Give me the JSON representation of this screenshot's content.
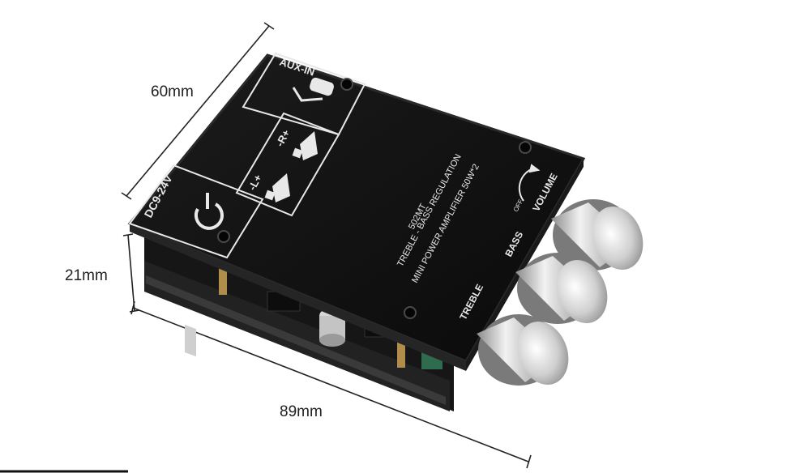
{
  "dimensions": {
    "width_label": "60mm",
    "height_label": "21mm",
    "length_label": "89mm"
  },
  "board": {
    "aux_label": "AUX-IN",
    "power_label": "DC9-24V",
    "right_channel": "-R+",
    "left_channel": "-L+",
    "model": "502MT",
    "line1": "TREBLE - BASS REGULATION",
    "line2": "MINI POWER AMPLIFIER 50W*2",
    "volume_label": "VOLUME",
    "off_label": "OFF",
    "bass_label": "BASS",
    "treble_label": "TREBLE"
  },
  "colors": {
    "board": "#111111",
    "board_edge": "#2a2a2a",
    "silkscreen": "#e8e8e8",
    "knob": "#c8c8c8"
  }
}
